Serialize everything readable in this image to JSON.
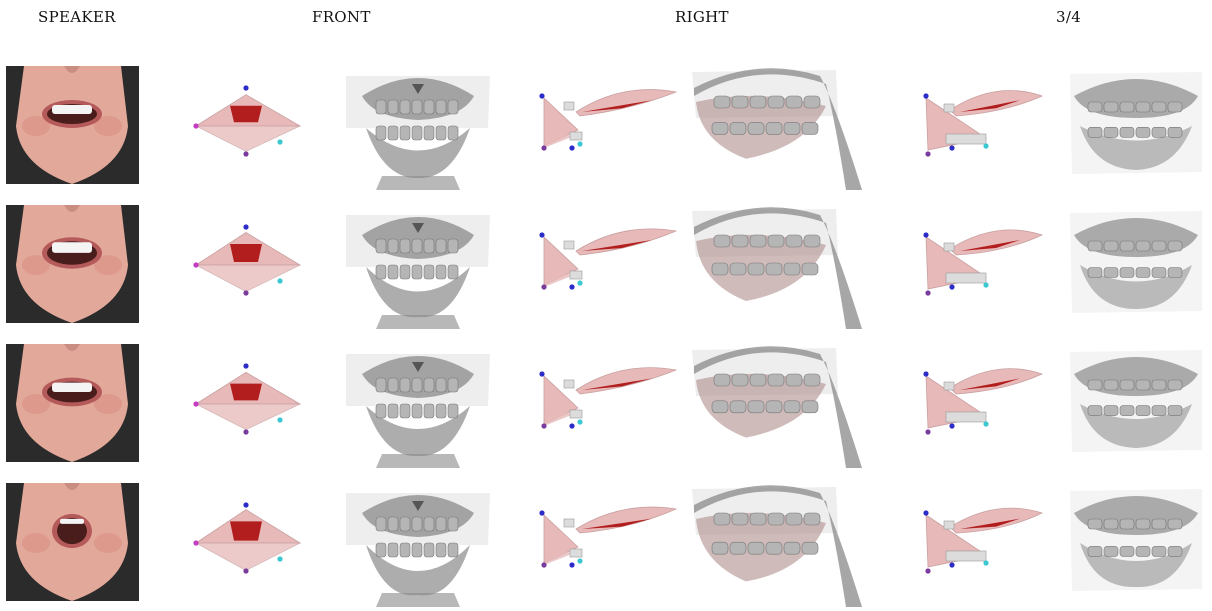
{
  "headers": {
    "speaker": "SPEAKER",
    "front": "FRONT",
    "right": "RIGHT",
    "three_quarter": "3/4"
  },
  "rows": [
    {
      "id": 1,
      "expression": "wide smile, teeth visible"
    },
    {
      "id": 2,
      "expression": "smile, mouth slightly open"
    },
    {
      "id": 3,
      "expression": "smile, teeth visible"
    },
    {
      "id": 4,
      "expression": "rounded open mouth"
    }
  ],
  "colors": {
    "lip": "#e7b9b9",
    "lip_dark": "#b21e1e",
    "shell": "#8a8a8a",
    "tooth": "#b5b5b5",
    "marker_blue": "#2c2cc8",
    "marker_magenta": "#c43cc4",
    "marker_cyan": "#3cc8d2",
    "marker_purple": "#7a3c9c"
  }
}
